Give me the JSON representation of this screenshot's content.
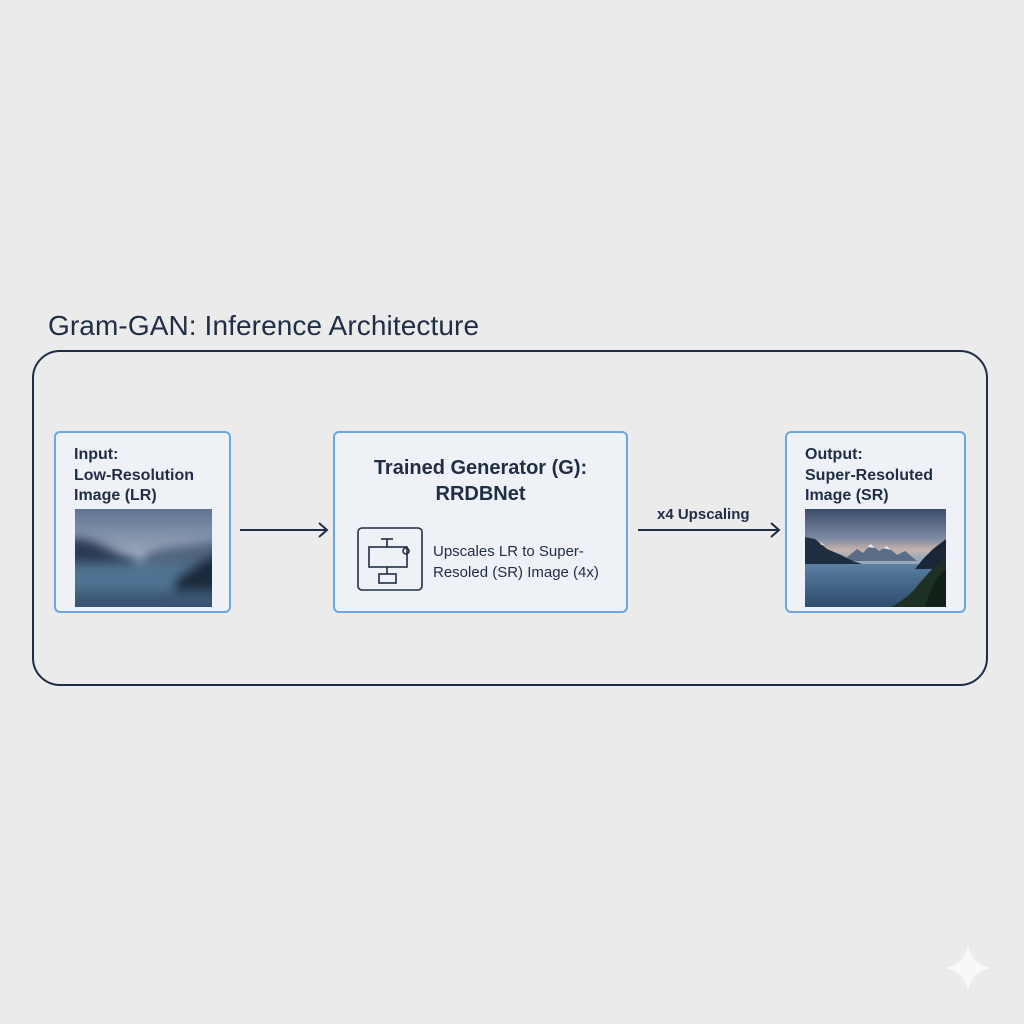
{
  "title": "Gram-GAN: Inference Architecture",
  "input_box": {
    "line1": "Input:",
    "line2": "Low-Resolution",
    "line3": "Image (LR)"
  },
  "generator_box": {
    "title_line1": "Trained Generator (G):",
    "title_line2": "RRDBNet",
    "desc_line1": "Upscales LR to Super-",
    "desc_line2": "Resoled (SR) Image (4x)"
  },
  "output_box": {
    "line1": "Output:",
    "line2": "Super-Resoluted",
    "line3": "Image (SR)"
  },
  "edge_label": "x4 Upscaling",
  "colors": {
    "ink": "#1f2d45",
    "box_border": "#6aa6e0",
    "box_fill": "#eef1f6",
    "background": "#ebebeb"
  },
  "icons": {
    "generator": "network-diagram-icon",
    "corner": "sparkle-icon"
  }
}
